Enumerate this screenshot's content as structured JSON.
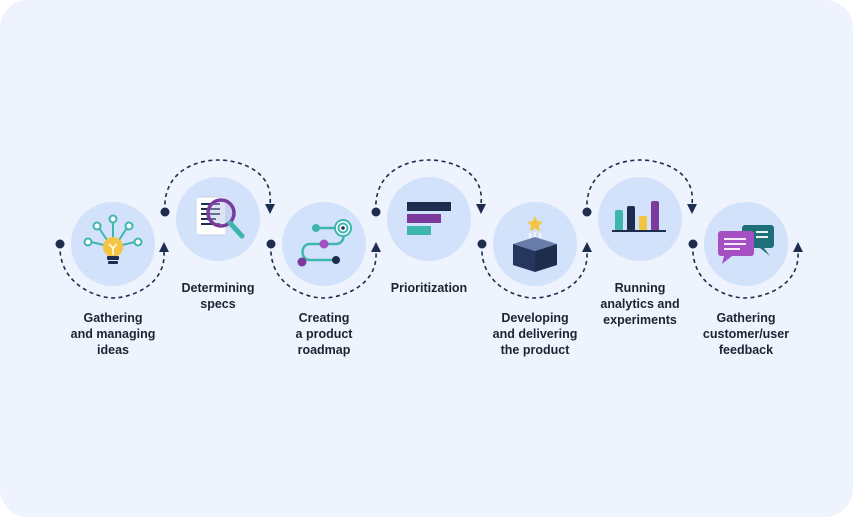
{
  "steps": [
    {
      "label": "Gathering\nand managing\nideas",
      "icon": "lightbulb-icon"
    },
    {
      "label": "Determining\nspecs",
      "icon": "document-magnifier-icon"
    },
    {
      "label": "Creating\na product\nroadmap",
      "icon": "roadmap-path-icon"
    },
    {
      "label": "Prioritization",
      "icon": "priority-bars-icon"
    },
    {
      "label": "Developing\nand delivering\nthe product",
      "icon": "product-box-icon"
    },
    {
      "label": "Running\nanalytics and\nexperiments",
      "icon": "bar-chart-icon"
    },
    {
      "label": "Gathering\ncustomer/user\nfeedback",
      "icon": "chat-bubbles-icon"
    }
  ],
  "colors": {
    "background": "#eef3fd",
    "circle": "#d3e2fb",
    "connector": "#1e2d4e",
    "teal": "#3fb6ad",
    "purple": "#7b3a9c",
    "navy": "#1e2d4e",
    "yellow": "#f4c542"
  }
}
